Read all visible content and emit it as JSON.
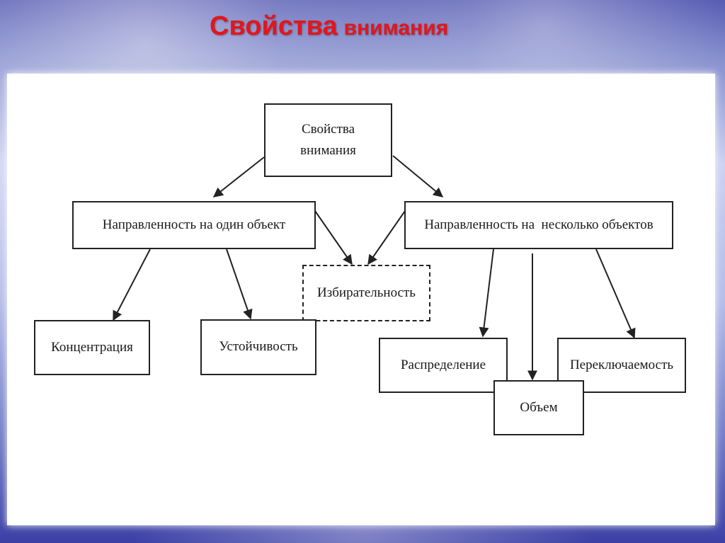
{
  "title": {
    "word1": "Свойства",
    "word2": "внимания"
  },
  "diagram": {
    "root": {
      "line1": "Свойства",
      "line2": "внимания"
    },
    "one_object": "Направленность на один объект",
    "several_objects": "Направленность на  несколько объектов",
    "selectivity": "Избирательность",
    "concentration": "Концентрация",
    "stability": "Устойчивость",
    "distribution": "Распределение",
    "switching": "Переключаемость",
    "volume": "Объем"
  },
  "colors": {
    "title": "#e3161b",
    "background_top": "#3a3fa6",
    "background_mid": "#c9cff0",
    "panel": "#ffffff",
    "lines": "#222222"
  }
}
